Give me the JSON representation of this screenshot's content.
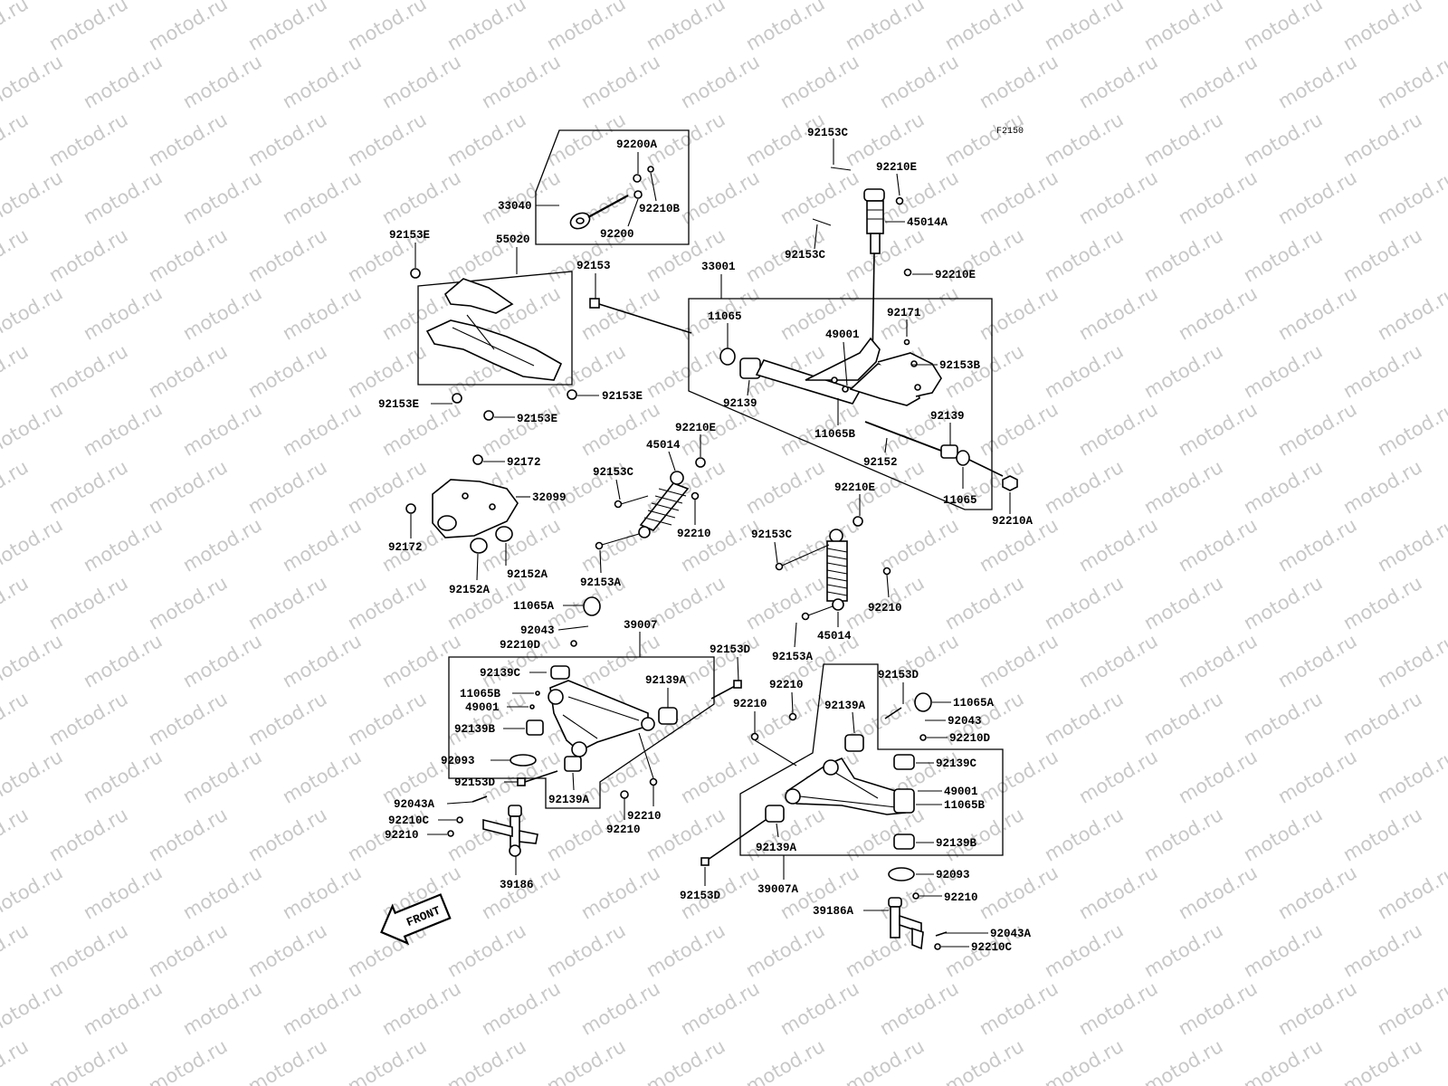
{
  "figure_code": "F2150",
  "watermark": "motod.ru",
  "front_label": "FRONT",
  "labels": {
    "l92200A": "92200A",
    "l33040": "33040",
    "l92210B": "92210B",
    "l92200": "92200",
    "l92153C_top": "92153C",
    "l92210E_top": "92210E",
    "l45014A": "45014A",
    "l92153C_mid": "92153C",
    "l92210E_mid": "92210E",
    "l92153E_a": "92153E",
    "l55020": "55020",
    "l92153": "92153",
    "l33001": "33001",
    "l92171": "92171",
    "l11065": "11065",
    "l49001": "49001",
    "l92153B": "92153B",
    "l92139": "92139",
    "l11065B": "11065B",
    "l92139_r": "92139",
    "l92152": "92152",
    "l11065_r": "11065",
    "l92210A": "92210A",
    "l92153E_b": "92153E",
    "l92153E_c": "92153E",
    "l92153E_d": "92153E",
    "l92172_a": "92172",
    "l32099": "32099",
    "l92172_b": "92172",
    "l92152A_a": "92152A",
    "l92152A_b": "92152A",
    "l92210E_sh": "92210E",
    "l45014": "45014",
    "l92153C_sh": "92153C",
    "l92210_sh": "92210",
    "l92153A_sh": "92153A",
    "l92210E_sh2": "92210E",
    "l92153C_sh2": "92153C",
    "l92210_sh2": "92210",
    "l45014_2": "45014",
    "l92153A_sh2": "92153A",
    "l11065A": "11065A",
    "l92043": "92043",
    "l92210D": "92210D",
    "l39007": "39007",
    "l92153D_a": "92153D",
    "l92139C": "92139C",
    "l11065B_l": "11065B",
    "l49001_l": "49001",
    "l92139A": "92139A",
    "l92139B": "92139B",
    "l92093": "92093",
    "l92153D_b": "92153D",
    "l92043A": "92043A",
    "l92210C": "92210C",
    "l92210_l": "92210",
    "l92139A_b": "92139A",
    "l92210_b": "92210",
    "l92210_c": "92210",
    "l39186": "39186",
    "l92210_r1": "92210",
    "l92210_r2": "92210",
    "l92139A_r": "92139A",
    "l92153D_r": "92153D",
    "l11065A_r": "11065A",
    "l92043_r": "92043",
    "l92210D_r": "92210D",
    "l92139C_r": "92139C",
    "l49001_r": "49001",
    "l11065B_r": "11065B",
    "l92139B_r": "92139B",
    "l92139A_r2": "92139A",
    "l92153D_r2": "92153D",
    "l39007A": "39007A",
    "l92093_r": "92093",
    "l92210_r3": "92210",
    "l39186A": "39186A",
    "l92043A_r": "92043A",
    "l92210C_r": "92210C"
  }
}
